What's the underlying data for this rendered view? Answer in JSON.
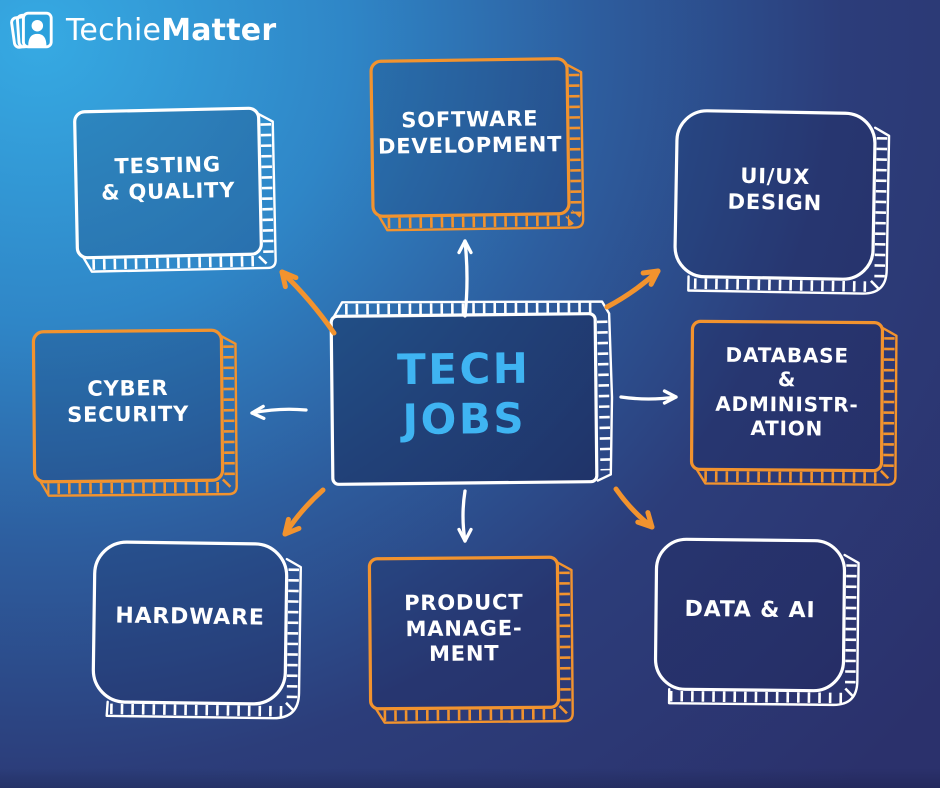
{
  "brand": {
    "name_regular": "Techie",
    "name_bold": "Matter",
    "icon": "stacked-pages-person-icon"
  },
  "center": {
    "id": "tech-jobs",
    "lines": [
      "TECH",
      "JOBS"
    ],
    "text_color": "#3FB4F2",
    "border": "white"
  },
  "nodes": [
    {
      "id": "testing-quality",
      "lines": [
        "TESTING",
        "& QUALITY"
      ],
      "border": "white"
    },
    {
      "id": "software-development",
      "lines": [
        "SOFTWARE",
        "DEVELOPMENT"
      ],
      "border": "orange"
    },
    {
      "id": "uiux-design",
      "lines": [
        "UI/UX",
        "DESIGN"
      ],
      "border": "white"
    },
    {
      "id": "cyber-security",
      "lines": [
        "CYBER",
        "SECURITY"
      ],
      "border": "orange"
    },
    {
      "id": "database-administration",
      "lines": [
        "DATABASE",
        "&",
        "ADMINISTR-",
        "ATION"
      ],
      "border": "orange"
    },
    {
      "id": "hardware",
      "lines": [
        "HARDWARE"
      ],
      "border": "white"
    },
    {
      "id": "product-management",
      "lines": [
        "PRODUCT",
        "MANAGE-",
        "MENT"
      ],
      "border": "orange"
    },
    {
      "id": "data-ai",
      "lines": [
        "DATA & AI"
      ],
      "border": "white"
    }
  ],
  "arrows": [
    {
      "to": "testing-quality",
      "direction": "up-left",
      "color": "orange"
    },
    {
      "to": "software-development",
      "direction": "up",
      "color": "white"
    },
    {
      "to": "uiux-design",
      "direction": "up-right",
      "color": "orange"
    },
    {
      "to": "cyber-security",
      "direction": "left",
      "color": "white"
    },
    {
      "to": "database-administration",
      "direction": "right",
      "color": "white"
    },
    {
      "to": "hardware",
      "direction": "down-left",
      "color": "orange"
    },
    {
      "to": "product-management",
      "direction": "down",
      "color": "white"
    },
    {
      "to": "data-ai",
      "direction": "down-right",
      "color": "orange"
    }
  ],
  "colors": {
    "accent_orange": "#F2932E",
    "white": "#FFFFFF",
    "title_blue": "#3FB4F2",
    "bg_light": "#36AAE3",
    "bg_dark": "#2B316C"
  }
}
